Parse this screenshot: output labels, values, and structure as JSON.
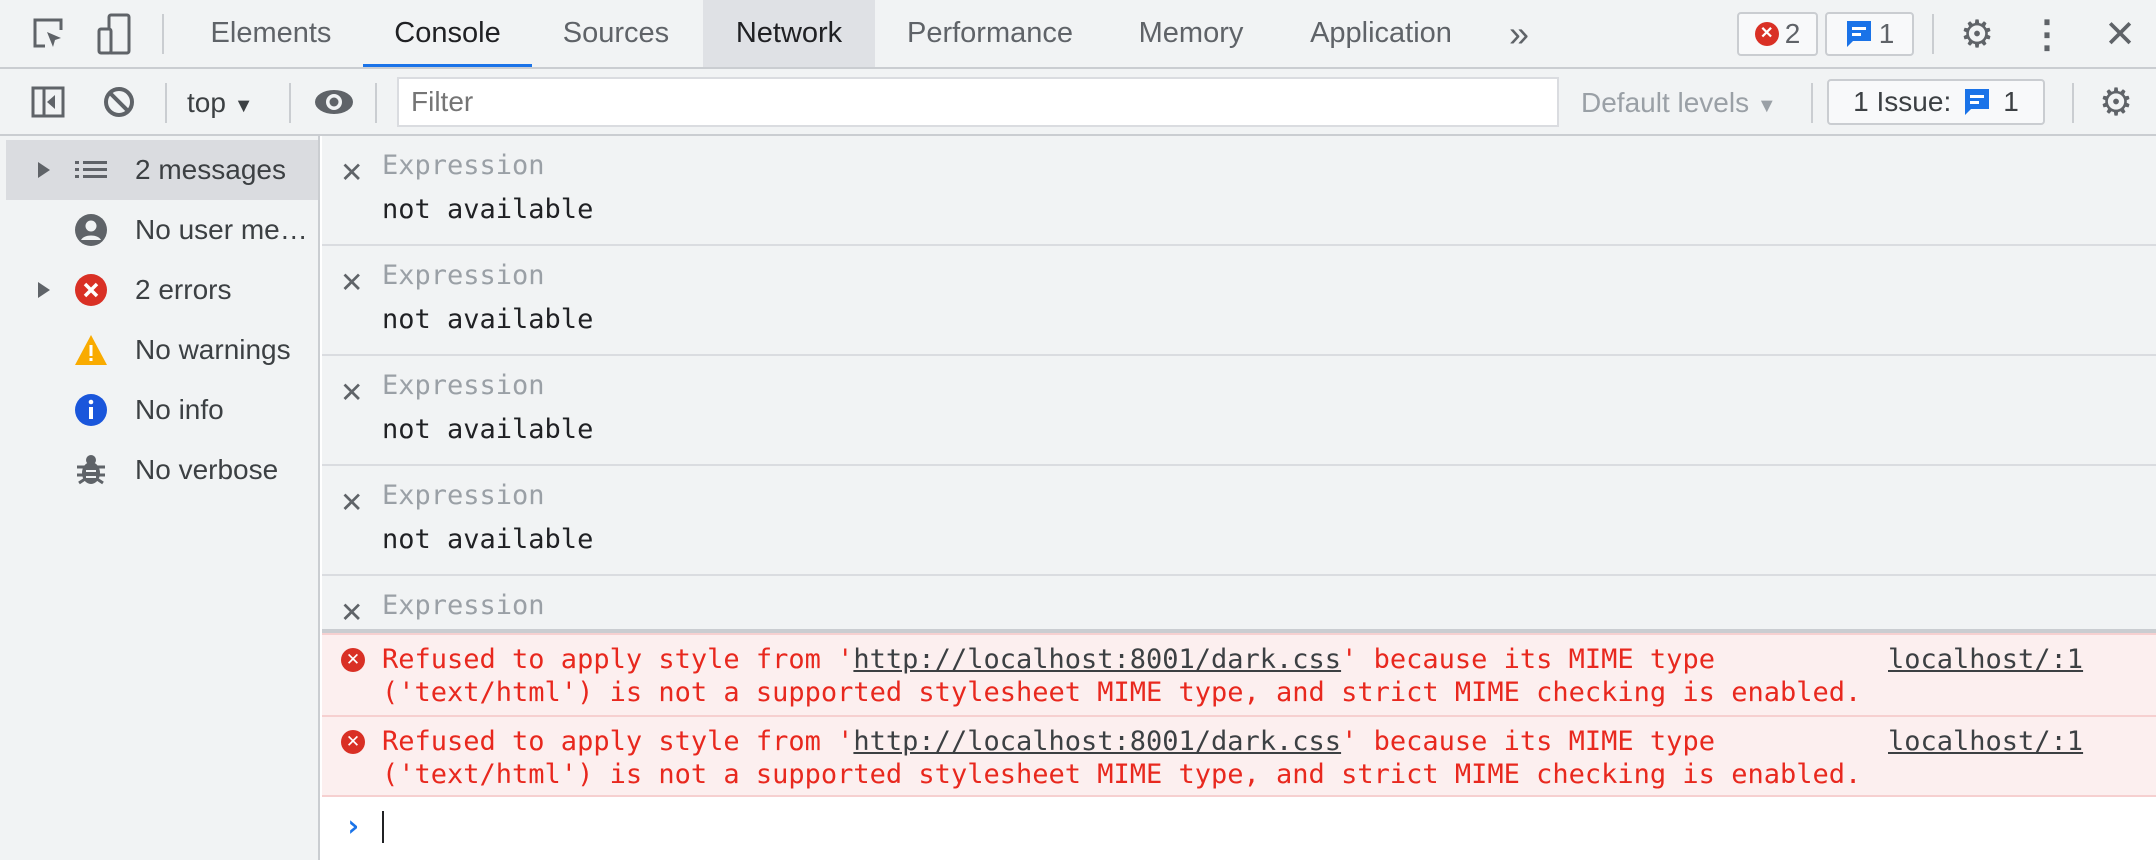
{
  "tabs": [
    {
      "label": "Elements"
    },
    {
      "label": "Console",
      "active": true
    },
    {
      "label": "Sources"
    },
    {
      "label": "Network",
      "hover": true
    },
    {
      "label": "Performance"
    },
    {
      "label": "Memory"
    },
    {
      "label": "Application"
    }
  ],
  "more_tabs_label": "»",
  "error_count": "2",
  "message_count": "1",
  "toolbar": {
    "context": "top",
    "filter_placeholder": "Filter",
    "levels": "Default levels",
    "issues_label": "1 Issue:",
    "issues_count": "1"
  },
  "sidebar": {
    "items": [
      {
        "label": "2 messages",
        "icon": "list-icon",
        "expandable": true,
        "selected": true
      },
      {
        "label": "No user messages",
        "icon": "user-icon"
      },
      {
        "label": "2 errors",
        "icon": "error-icon",
        "expandable": true
      },
      {
        "label": "No warnings",
        "icon": "warning-icon"
      },
      {
        "label": "No info",
        "icon": "info-icon"
      },
      {
        "label": "No verbose",
        "icon": "bug-icon"
      }
    ]
  },
  "expressions": [
    {
      "label": "Expression",
      "value": "not available"
    },
    {
      "label": "Expression",
      "value": "not available"
    },
    {
      "label": "Expression",
      "value": "not available"
    },
    {
      "label": "Expression",
      "value": "not available"
    },
    {
      "label": "Expression"
    }
  ],
  "errors": [
    {
      "pre": "Refused to apply style from '",
      "link": "http://localhost:8001/dark.css",
      "post": "' because its MIME type ('text/html') is not a supported stylesheet MIME type, and strict MIME checking is enabled.",
      "source": "localhost/:1"
    },
    {
      "pre": "Refused to apply style from '",
      "link": "http://localhost:8001/dark.css",
      "post": "' because its MIME type ('text/html') is not a supported stylesheet MIME type, and strict MIME checking is enabled.",
      "source": "localhost/:1"
    }
  ],
  "colors": {
    "accent": "#1a73e8",
    "error": "#e8281e",
    "error_bg": "#fcefef",
    "panel": "#f1f3f4"
  }
}
